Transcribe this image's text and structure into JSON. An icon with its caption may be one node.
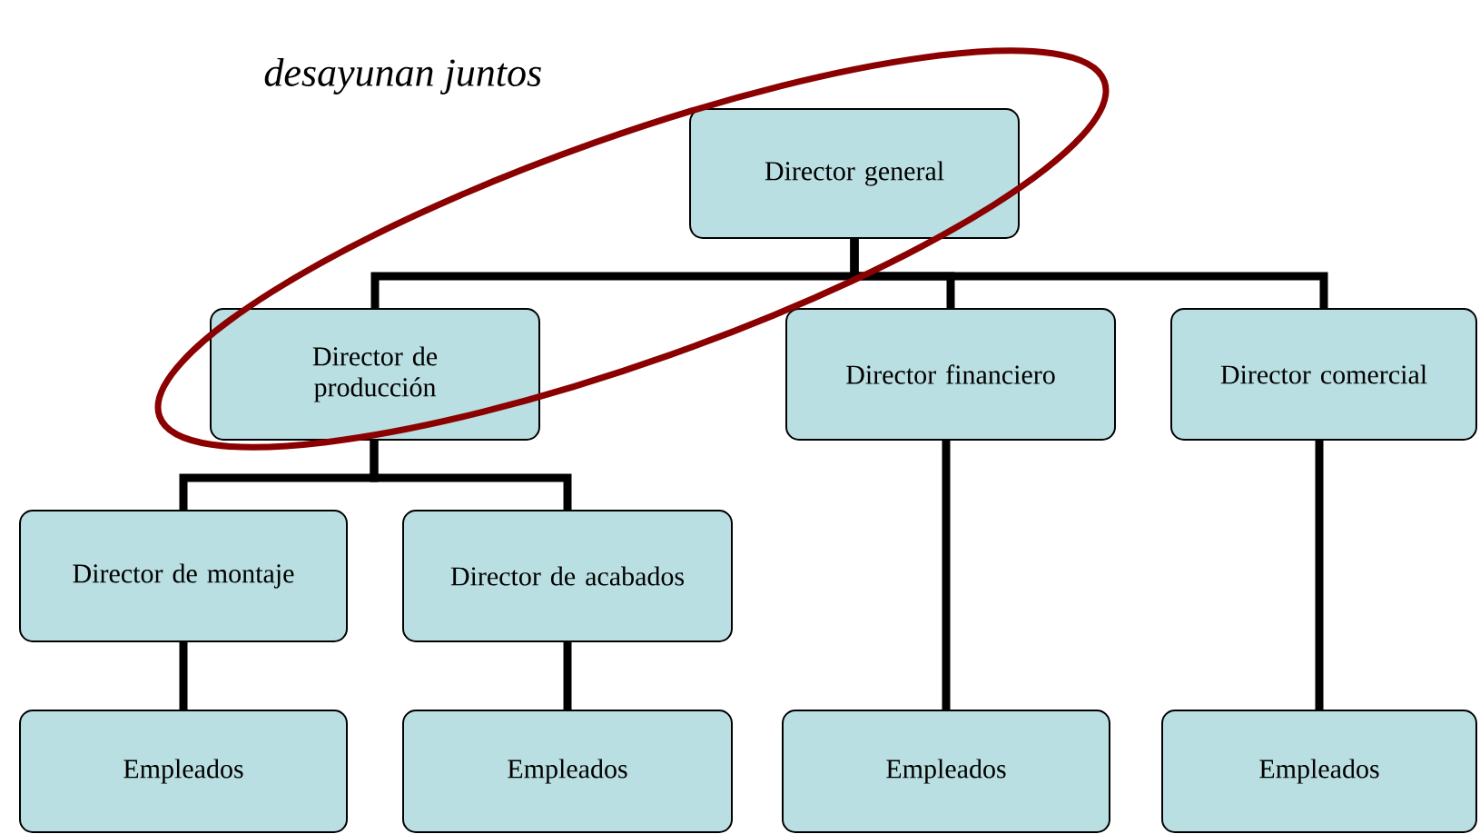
{
  "diagram": {
    "nodes": [
      {
        "text": [
          "Director general"
        ]
      },
      {
        "text": [
          "Director de producción"
        ]
      },
      {
        "text": [
          "Director financiero"
        ]
      },
      {
        "text": [
          "Director comercial"
        ]
      },
      {
        "text": [
          "Director de montaje"
        ]
      },
      {
        "text": [
          "Director de acabados"
        ]
      },
      {
        "text": [
          "Empleados"
        ]
      },
      {
        "text": [
          "Empleados"
        ]
      },
      {
        "text": [
          "Empleados"
        ]
      },
      {
        "text": [
          "Empleados"
        ]
      }
    ],
    "edges": [
      {
        "from": 0,
        "to": 1,
        "arrow": "none"
      },
      {
        "from": 0,
        "to": 2,
        "arrow": "none"
      },
      {
        "from": 0,
        "to": 3,
        "arrow": "none"
      },
      {
        "from": 1,
        "to": 4,
        "arrow": "none"
      },
      {
        "from": 1,
        "to": 5,
        "arrow": "none"
      },
      {
        "from": 4,
        "to": 6,
        "arrow": "none"
      },
      {
        "from": 5,
        "to": 7,
        "arrow": "none"
      },
      {
        "from": 2,
        "to": 8,
        "arrow": "none"
      },
      {
        "from": 3,
        "to": 9,
        "arrow": "none"
      }
    ],
    "labels": [
      "desayunan juntos"
    ]
  }
}
